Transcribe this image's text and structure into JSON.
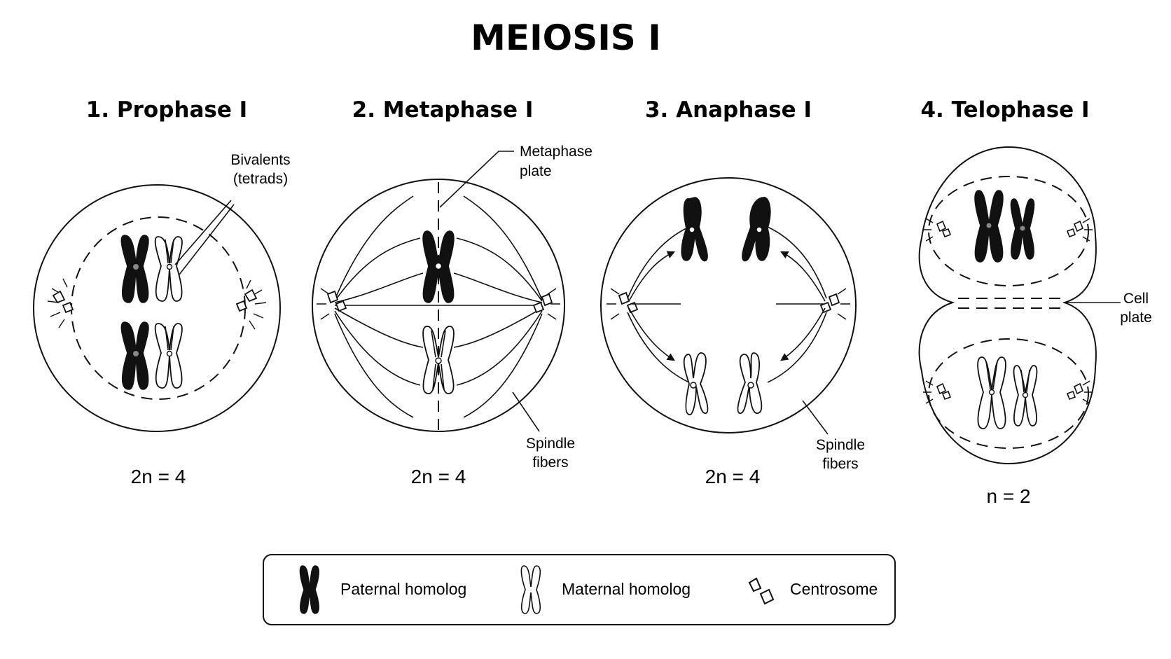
{
  "title": "MEIOSIS I",
  "stages": [
    {
      "label": "1. Prophase I",
      "ploidy": "2n = 4"
    },
    {
      "label": "2. Metaphase I",
      "ploidy": "2n = 4"
    },
    {
      "label": "3. Anaphase I",
      "ploidy": "2n = 4"
    },
    {
      "label": "4. Telophase I",
      "ploidy": "n = 2"
    }
  ],
  "labels": {
    "bivalents_1": "Bivalents",
    "bivalents_2": "(tetrads)",
    "metaphase_plate_1": "Metaphase",
    "metaphase_plate_2": "plate",
    "spindle_a_1": "Spindle",
    "spindle_a_2": "fibers",
    "spindle_b_1": "Spindle",
    "spindle_b_2": "fibers",
    "cell_plate_1": "Cell",
    "cell_plate_2": "plate"
  },
  "legend": {
    "items": [
      {
        "label": "Paternal homolog",
        "icon": "paternal-chromosome-icon"
      },
      {
        "label": "Maternal homolog",
        "icon": "maternal-chromosome-icon"
      },
      {
        "label": "Centrosome",
        "icon": "centrosome-icon"
      }
    ]
  },
  "colors": {
    "ink": "#111111",
    "paternal_fill": "#111111",
    "maternal_fill": "#ffffff",
    "background": "#ffffff"
  }
}
